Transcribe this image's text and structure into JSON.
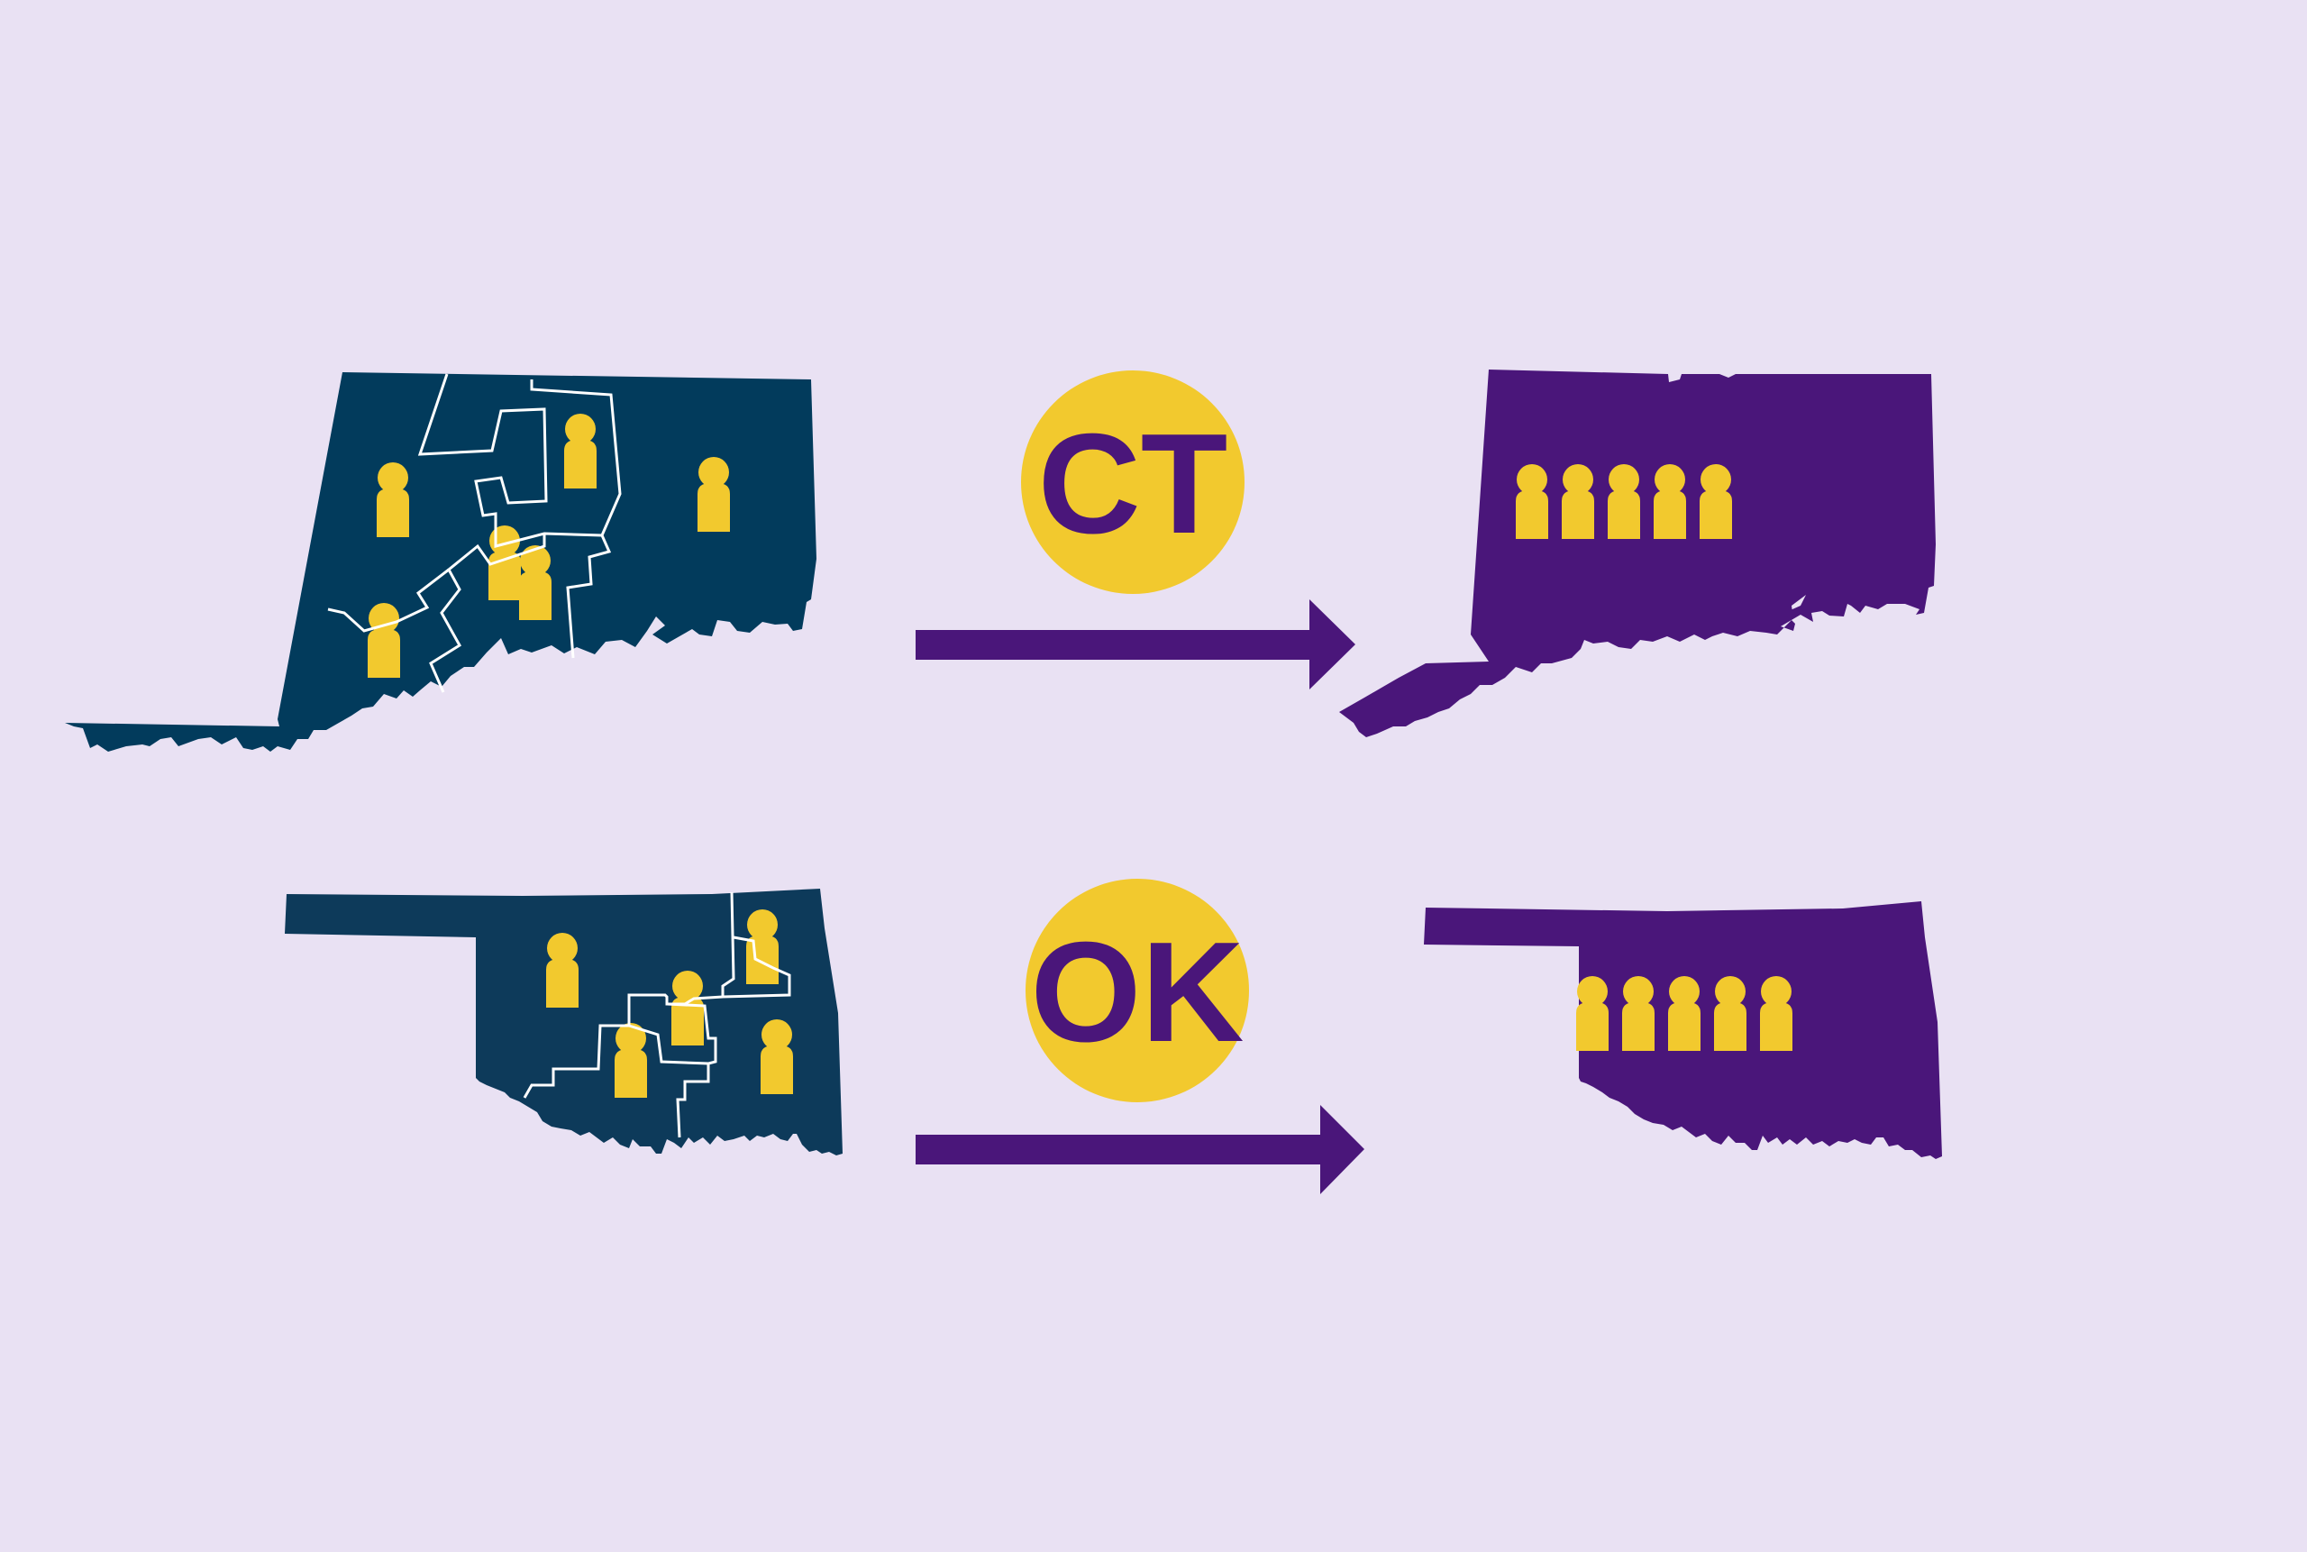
{
  "rows": [
    {
      "id": "ct",
      "badge_label": "CT",
      "districted_person_count": 6,
      "at_large_person_count": 5
    },
    {
      "id": "ok",
      "badge_label": "OK",
      "districted_person_count": 5,
      "at_large_person_count": 5
    }
  ],
  "colors": {
    "background": "#e9e1f3",
    "map_districted": "#023b5c",
    "map_districted_ok": "#0d3a5a",
    "map_at_large": "#4a167a",
    "person_icon": "#f2c92e",
    "badge_circle": "#f2c92e",
    "badge_text": "#4a167a",
    "arrow": "#4a167a",
    "district_lines": "#ffffff"
  },
  "icons": {
    "person": "person-icon",
    "arrow": "arrow-right-icon"
  }
}
